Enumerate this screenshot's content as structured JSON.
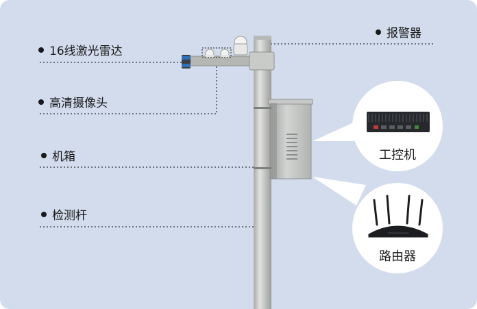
{
  "labels": {
    "lidar": "16线激光雷达",
    "alarm": "报警器",
    "camera": "高清摄像头",
    "cabinet": "机箱",
    "pole": "检测杆"
  },
  "callouts": {
    "ipc": "工控机",
    "router": "路由器"
  },
  "colors": {
    "background": "#d3dced",
    "pole": "#c6c8c6",
    "cabinet": "#bfc2c0",
    "lidar_accent": "#2f6fb4"
  }
}
